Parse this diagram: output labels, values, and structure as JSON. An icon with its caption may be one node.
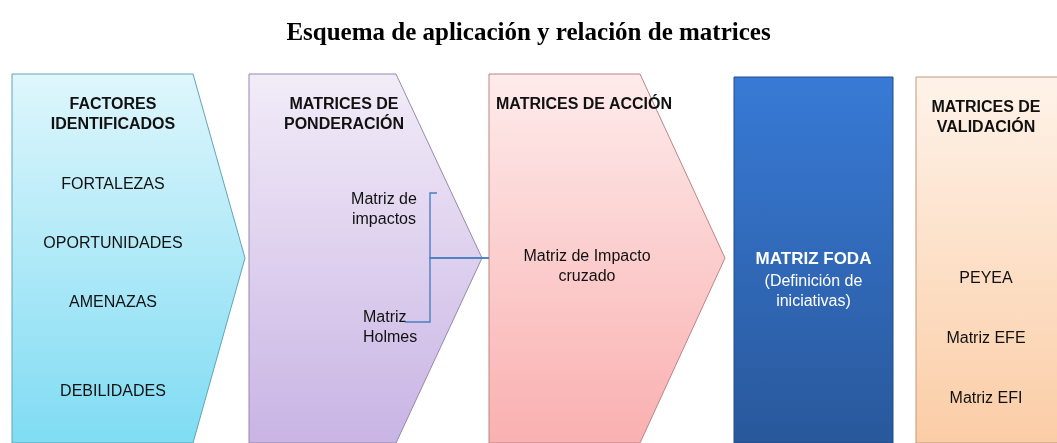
{
  "diagram": {
    "title": "Esquema de aplicación y relación de matrices",
    "nodes": [
      {
        "text": [
          "FACTORES IDENTIFICADOS",
          "FORTALEZAS",
          "OPORTUNIDADES",
          "AMENAZAS",
          "DEBILIDADES"
        ]
      },
      {
        "text": [
          "MATRICES DE PONDERACIÓN"
        ]
      },
      {
        "text": [
          "Matriz de impactos"
        ],
        "in": 1
      },
      {
        "text": [
          "Matriz Holmes"
        ],
        "in": 1
      },
      {
        "text": [
          "MATRICES DE ACCIÓN"
        ]
      },
      {
        "text": [
          "Matriz de Impacto cruzado"
        ],
        "in": 4
      },
      {
        "text": [
          "MATRIZ FODA",
          "(Definición de iniciativas)"
        ]
      },
      {
        "text": [
          "MATRICES DE VALIDACIÓN",
          "PEYEA",
          "Matriz EFE",
          "Matriz EFI"
        ]
      }
    ],
    "edges": [
      {
        "from": 2,
        "to": 4,
        "arrow": "none"
      },
      {
        "from": 3,
        "to": 4,
        "arrow": "none"
      }
    ]
  }
}
